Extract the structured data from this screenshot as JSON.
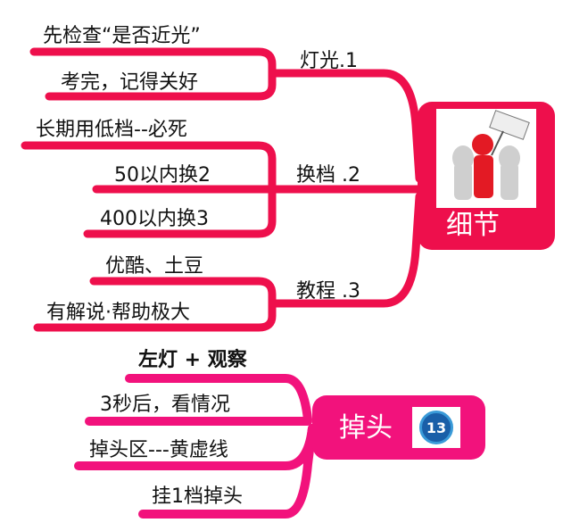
{
  "colors": {
    "top_branch": "#ee0f4c",
    "bottom_branch": "#f2127c",
    "badge_blue": "#1a5fa8"
  },
  "top_map": {
    "central": {
      "label": "细节",
      "icon": "leader-with-sign-icon"
    },
    "branches": [
      {
        "label": "灯光.1",
        "leaves": [
          "先检查“是否近光”",
          "考完，记得关好"
        ]
      },
      {
        "label": "换档 .2",
        "leaves": [
          "长期用低档--必死",
          "50以内换2",
          "400以内换3"
        ]
      },
      {
        "label": "教程 .3",
        "leaves": [
          "优酷、土豆",
          "有解说·帮助极大"
        ]
      }
    ]
  },
  "bottom_map": {
    "central": {
      "label": "掉头",
      "badge": "13"
    },
    "leaves": [
      "左灯 + 观察",
      "3秒后，看情况",
      "掉头区---黄虚线",
      "挂1档掉头"
    ]
  }
}
